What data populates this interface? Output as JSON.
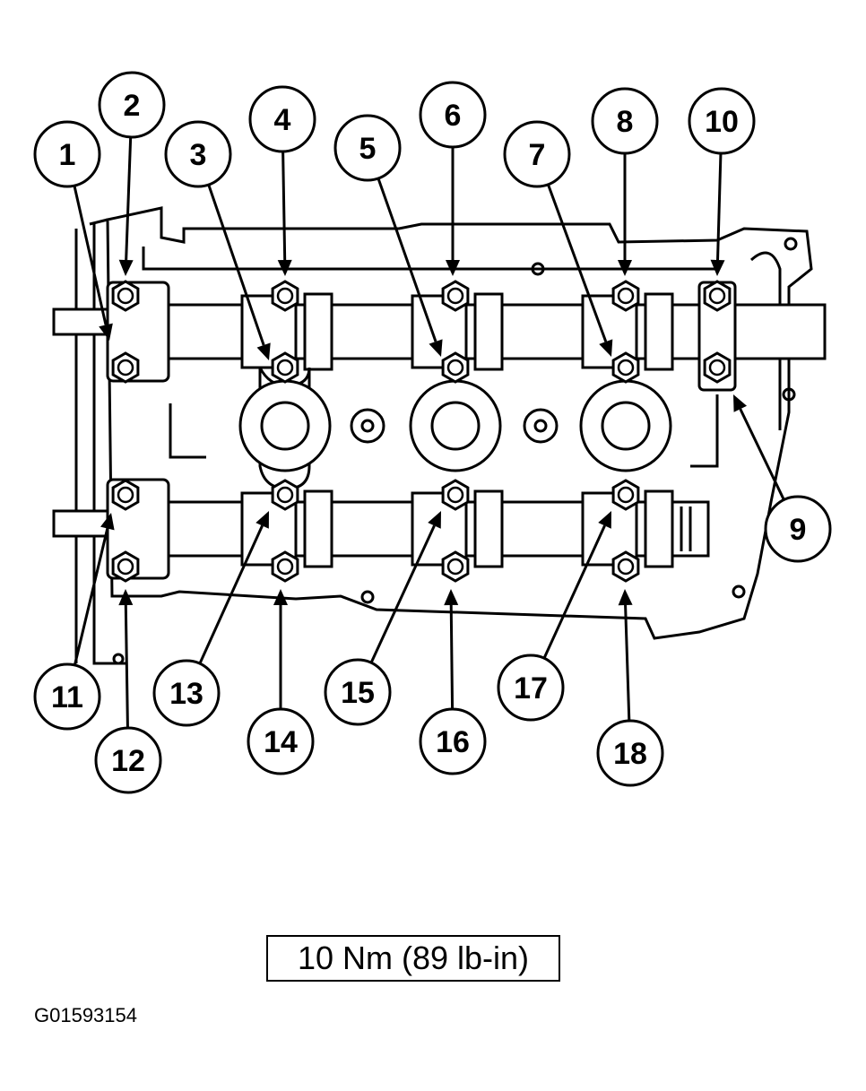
{
  "torque_spec": "10 Nm (89 lb-in)",
  "figure_id": "G01593154",
  "callouts": [
    {
      "n": "1"
    },
    {
      "n": "2"
    },
    {
      "n": "3"
    },
    {
      "n": "4"
    },
    {
      "n": "5"
    },
    {
      "n": "6"
    },
    {
      "n": "7"
    },
    {
      "n": "8"
    },
    {
      "n": "9"
    },
    {
      "n": "10"
    },
    {
      "n": "11"
    },
    {
      "n": "12"
    },
    {
      "n": "13"
    },
    {
      "n": "14"
    },
    {
      "n": "15"
    },
    {
      "n": "16"
    },
    {
      "n": "17"
    },
    {
      "n": "18"
    }
  ]
}
